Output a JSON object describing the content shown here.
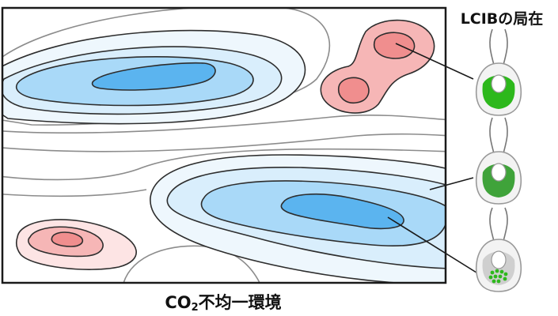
{
  "labels": {
    "title": "LCIBの局在",
    "caption_prefix": "CO",
    "caption_subscript": "2",
    "caption_suffix": "不均一環境"
  },
  "colors": {
    "low_co2_blue_dark": "#5bb4ef",
    "low_co2_blue_mid": "#a9d9f8",
    "low_co2_blue_light": "#d9eefc",
    "low_co2_blue_faint": "#eef7fd",
    "high_co2_red_dark": "#f08e8e",
    "high_co2_red_mid": "#f6b6b6",
    "high_co2_red_light": "#fde4e4",
    "chloroplast_bright_green": "#2db81c",
    "chloroplast_mid_green": "#3fa33a",
    "chloroplast_gray": "#cfcfcf",
    "outline": "#222222"
  },
  "cells": [
    {
      "name": "cell-high-co2",
      "localization": "dispersed",
      "chloroplast": "bright-green"
    },
    {
      "name": "cell-intermediate",
      "localization": "intermediate",
      "chloroplast": "mid-green"
    },
    {
      "name": "cell-low-co2",
      "localization": "pyrenoid-periphery",
      "chloroplast": "gray-with-green-dots"
    }
  ]
}
